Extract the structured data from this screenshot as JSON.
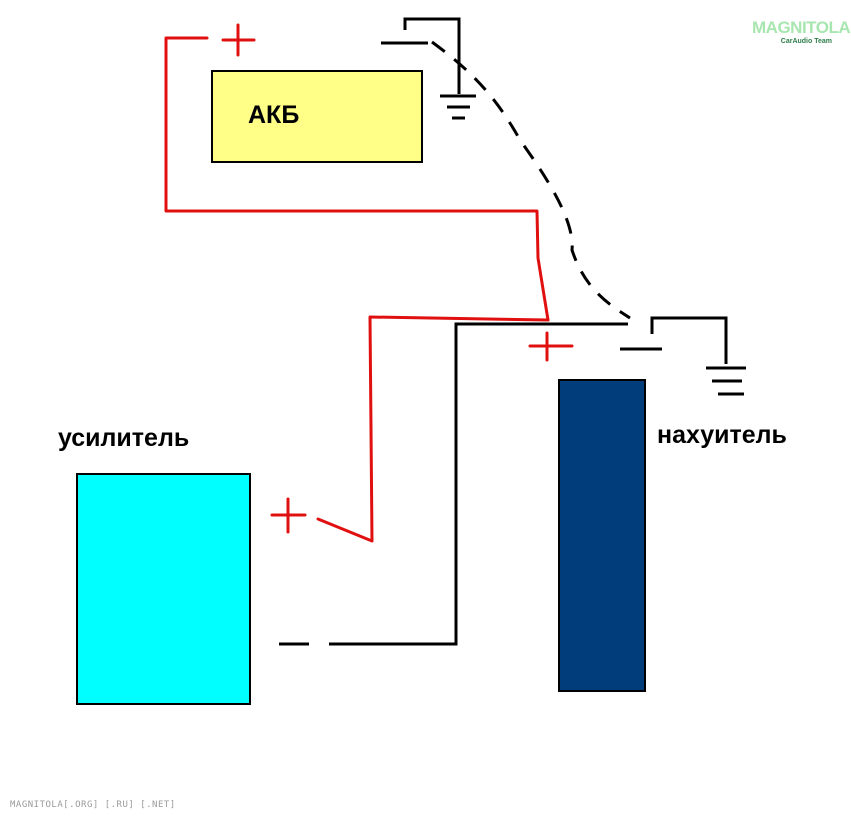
{
  "labels": {
    "battery": "АКБ",
    "amplifier": "усилитель",
    "capacitor": "нахуитель"
  },
  "logo": {
    "main": "MAGNITOLA",
    "sub": "CarAudio Team"
  },
  "footer": "MAGNITOLA[.ORG] [.RU] [.NET]",
  "colors": {
    "battery_fill": "#ffff88",
    "amplifier_fill": "#00ffff",
    "capacitor_fill": "#003d7a",
    "positive_wire": "#e01010",
    "ground_wire": "#000000"
  }
}
